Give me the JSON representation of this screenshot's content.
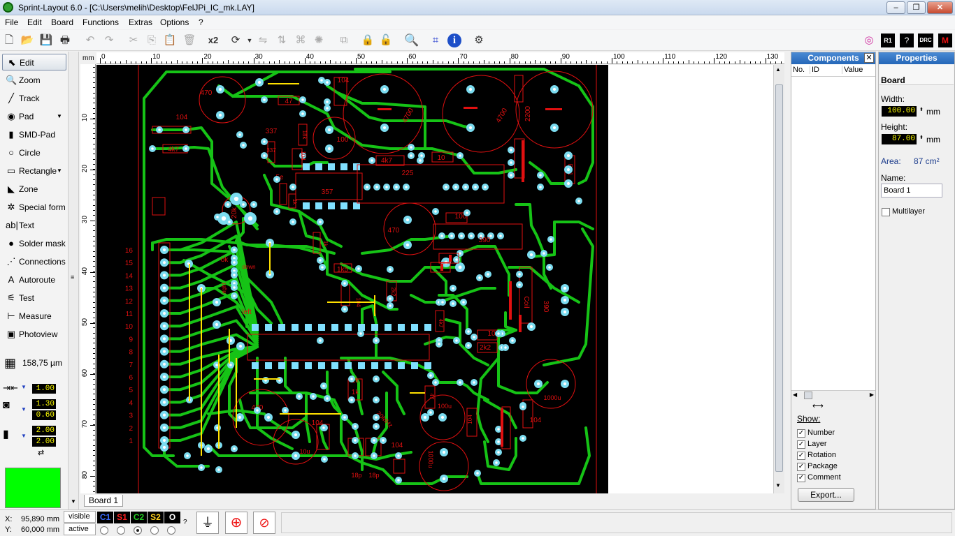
{
  "window": {
    "title": "Sprint-Layout 6.0 - [C:\\Users\\melih\\Desktop\\FelJPi_IC_mk.LAY]",
    "min": "–",
    "max": "❐",
    "close": "✕"
  },
  "menu": [
    "File",
    "Edit",
    "Board",
    "Functions",
    "Extras",
    "Options",
    "?"
  ],
  "toolbar_label_x2": "x2",
  "tools": [
    {
      "label": "Edit",
      "icon": "cursor-icon",
      "glyph": "⬉"
    },
    {
      "label": "Zoom",
      "icon": "magnifier-icon",
      "glyph": "🔍"
    },
    {
      "label": "Track",
      "icon": "track-icon",
      "glyph": "╱"
    },
    {
      "label": "Pad",
      "icon": "pad-icon",
      "glyph": "◉"
    },
    {
      "label": "SMD-Pad",
      "icon": "smd-pad-icon",
      "glyph": "▮"
    },
    {
      "label": "Circle",
      "icon": "circle-icon",
      "glyph": "○"
    },
    {
      "label": "Rectangle",
      "icon": "rectangle-icon",
      "glyph": "▭"
    },
    {
      "label": "Zone",
      "icon": "zone-icon",
      "glyph": "◣"
    },
    {
      "label": "Special form",
      "icon": "special-form-icon",
      "glyph": "✲"
    },
    {
      "label": "Text",
      "icon": "text-icon",
      "glyph": "ab|"
    },
    {
      "label": "Solder mask",
      "icon": "solder-mask-icon",
      "glyph": "●"
    },
    {
      "label": "Connections",
      "icon": "connections-icon",
      "glyph": "⋰"
    },
    {
      "label": "Autoroute",
      "icon": "autoroute-icon",
      "glyph": "A"
    },
    {
      "label": "Test",
      "icon": "test-icon",
      "glyph": "⚟"
    },
    {
      "label": "Measure",
      "icon": "measure-icon",
      "glyph": "⊢"
    },
    {
      "label": "Photoview",
      "icon": "photoview-icon",
      "glyph": "▣"
    }
  ],
  "grid": {
    "label": "158,75 µm"
  },
  "track_width": "1.00",
  "pad_outer": "1.30",
  "pad_inner": "0.60",
  "smd_w": "2.00",
  "smd_h": "2.00",
  "ruler": {
    "unit": "mm",
    "top": [
      "0",
      "10",
      "20",
      "30",
      "40",
      "50",
      "60",
      "70",
      "80",
      "90",
      "100",
      "110",
      "120",
      "130"
    ],
    "left": [
      "10",
      "20",
      "30",
      "40",
      "50",
      "60",
      "70",
      "80"
    ]
  },
  "board_rows": [
    "16",
    "15",
    "14",
    "13",
    "12",
    "11",
    "10",
    "9",
    "8",
    "7",
    "6",
    "5",
    "4",
    "3",
    "2",
    "1"
  ],
  "board_labels": {
    "c470a": "470",
    "c104a": "104",
    "c47": "47",
    "c4k7": "4k7",
    "c337": "337",
    "c1k": "1k",
    "c18k": "18k",
    "c100": "100",
    "c4700a": "4700",
    "c4700b": "4700",
    "c2200": "2200",
    "c4k7b": "4k7",
    "c10": "10",
    "c225": "225",
    "c357": "357",
    "c5e": "5e",
    "c1k2": "1k",
    "c104b": "104",
    "c104c": "104",
    "c470b": "470",
    "c100b": "100",
    "c390": "390",
    "c20k": "20k",
    "spkr": "SPKR",
    "c104d": "104",
    "c8x1": "Bat1",
    "ok": "ok",
    "down": "down",
    "right": "right",
    "left": "left",
    "c1k5": "1k5",
    "c104e": "104",
    "c2k2": "2k2",
    "c10b": "10",
    "c2k2b": "2k2",
    "c4k7c": "4k7",
    "c104f": "104",
    "c390b": "390",
    "coil": "Coil",
    "c104g": "104",
    "c1000a": "1000u",
    "c470c": "470",
    "c104h": "104",
    "c10u": "10u",
    "c100u": "100u",
    "c47b": "47",
    "c20m": "20MHz",
    "c18pa": "18p",
    "c18pb": "18p",
    "c104i": "104",
    "c1000b": "1000u",
    "c1ka": "1k",
    "c1kb": "1k",
    "c104j": "104",
    "c104k": "104",
    "c4k7d": "4k7",
    "c2k2c": "2k2"
  },
  "tab": "Board 1",
  "status": {
    "x_label": "X:",
    "x_val": "95,890 mm",
    "y_label": "Y:",
    "y_val": "60,000 mm",
    "visible": "visible",
    "active": "active",
    "help": "?"
  },
  "layers": [
    {
      "name": "C1",
      "color": "#3b6bff"
    },
    {
      "name": "S1",
      "color": "#ff2020"
    },
    {
      "name": "C2",
      "color": "#22cc22"
    },
    {
      "name": "S2",
      "color": "#ffd21e"
    },
    {
      "name": "O",
      "color": "#ffffff"
    }
  ],
  "components": {
    "title": "Components",
    "cols": [
      "No.",
      "ID",
      "Value"
    ]
  },
  "show": {
    "title": "Show:",
    "items": [
      "Number",
      "Layer",
      "Rotation",
      "Package",
      "Comment"
    ],
    "export": "Export..."
  },
  "properties": {
    "title": "Properties",
    "section": "Board",
    "width_label": "Width:",
    "width": "100.00",
    "height_label": "Height:",
    "height": "87.00",
    "unit": "mm",
    "area_label": "Area:",
    "area": "87 cm²",
    "name_label": "Name:",
    "name": "Board 1",
    "multilayer": "Multilayer"
  },
  "colors": {
    "track": "#16c316",
    "pad": "#7cdcf0",
    "silk": "#e01010",
    "board": "#000000",
    "smd": "#80e0ff",
    "wire": "#ffe000"
  }
}
